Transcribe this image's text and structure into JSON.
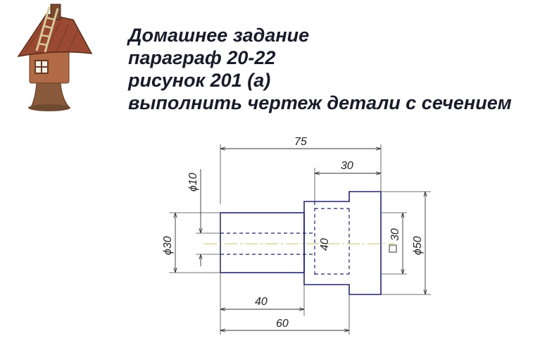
{
  "heading": {
    "line1": "Домашнее задание",
    "line2": "параграф 20-22",
    "line3": "рисунок 201 (а)",
    "line4": "выполнить чертеж детали с сечением"
  },
  "drawing": {
    "dim_total_length": "75",
    "dim_right_length": "30",
    "dim_left_length": "40",
    "dim_to_step": "60",
    "dim_hole_dia": "ϕ10",
    "dim_left_dia": "ϕ30",
    "dim_hidden": "40",
    "dim_square": "30",
    "dim_right_dia": "ϕ50"
  },
  "colors": {
    "outline": "#23236e",
    "dimension": "#333333",
    "axis": "#c9c36a",
    "text": "#1a1a2a"
  },
  "icons": {
    "illustration": "fairy-house-icon"
  }
}
